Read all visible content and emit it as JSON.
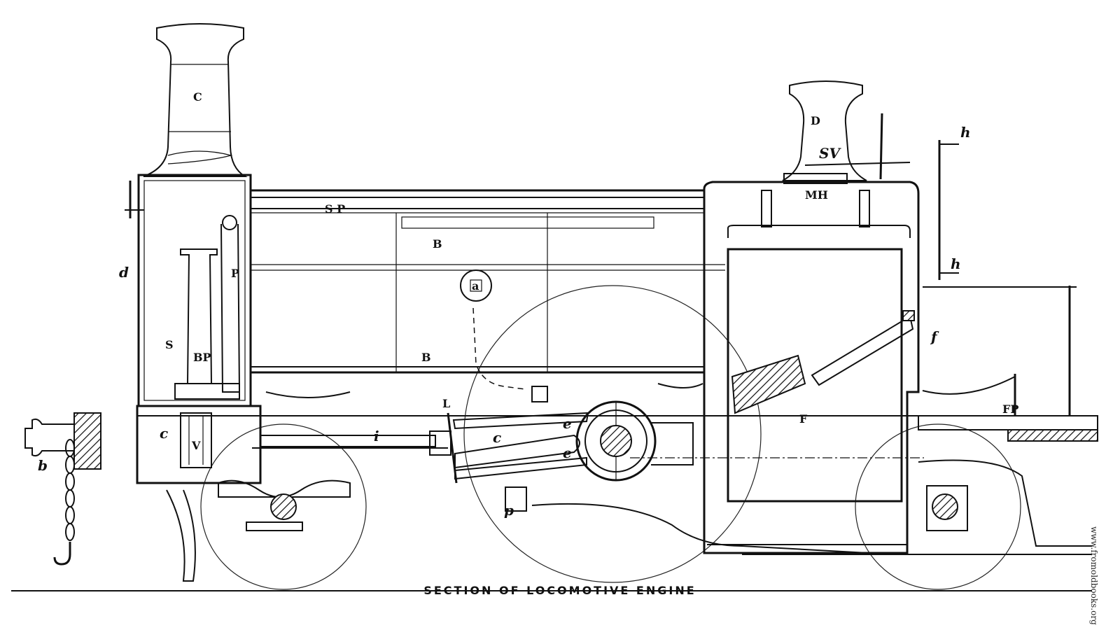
{
  "caption": "SECTION OF LOCOMOTIVE ENGINE",
  "watermark": "www.fromoldbooks.org",
  "labels": {
    "C": "C",
    "D": "D",
    "SV": "SV",
    "MH": "MH",
    "h_top": "h",
    "h_bottom": "h",
    "SP": "S P",
    "B_top": "B",
    "B_bottom": "B",
    "P": "P",
    "d": "d",
    "S": "S",
    "BP": "BP",
    "c_smokebox": "c",
    "V": "V",
    "b": "b",
    "i": "i",
    "L": "L",
    "c_rod": "c",
    "e_top": "e",
    "e_bottom": "e",
    "p": "p",
    "F": "F",
    "f": "f",
    "FP": "FP",
    "a": "a"
  }
}
